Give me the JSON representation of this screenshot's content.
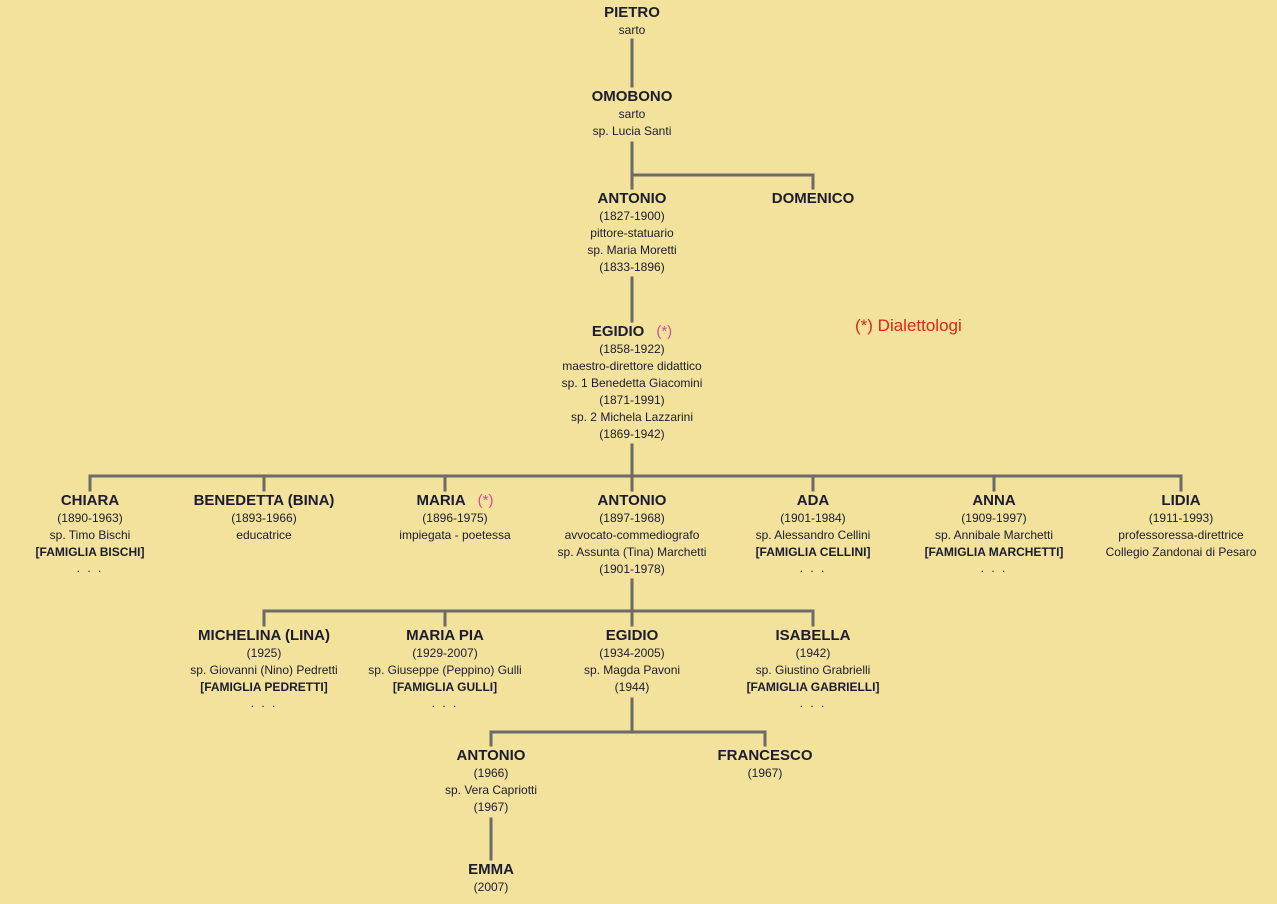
{
  "legend": "(*) Dialettologi",
  "colors": {
    "background": "#f2e29b",
    "line": "#6b6b68",
    "mark": "#d0509a",
    "legend": "#e0231c"
  },
  "nodes": {
    "pietro": {
      "name": "PIETRO",
      "info": [
        "sarto"
      ]
    },
    "omobono": {
      "name": "OMOBONO",
      "info": [
        "sarto",
        "sp. Lucia Santi"
      ]
    },
    "antonio1": {
      "name": "ANTONIO",
      "info": [
        "(1827-1900)",
        "pittore-statuario",
        "sp. Maria Moretti",
        "(1833-1896)"
      ]
    },
    "domenico": {
      "name": "DOMENICO",
      "info": []
    },
    "egidio1": {
      "name": "EGIDIO",
      "mark": "(*)",
      "info": [
        "(1858-1922)",
        "maestro-direttore didattico",
        "sp. 1 Benedetta Giacomini",
        "(1871-1991)",
        "sp. 2 Michela Lazzarini",
        "(1869-1942)"
      ]
    },
    "chiara": {
      "name": "CHIARA",
      "info": [
        "(1890-1963)",
        "sp. Timo Bischi"
      ],
      "family": "[FAMIGLIA BISCHI]",
      "dots": ". . ."
    },
    "benedetta": {
      "name": "BENEDETTA (BINA)",
      "info": [
        "(1893-1966)",
        "educatrice"
      ]
    },
    "maria": {
      "name": "MARIA",
      "mark": "(*)",
      "info": [
        "(1896-1975)",
        "impiegata - poetessa"
      ]
    },
    "antonio2": {
      "name": "ANTONIO",
      "info": [
        "(1897-1968)",
        "avvocato-commediografo",
        "sp. Assunta (Tina) Marchetti",
        "(1901-1978)"
      ]
    },
    "ada": {
      "name": "ADA",
      "info": [
        "(1901-1984)",
        "sp. Alessandro Cellini"
      ],
      "family": "[FAMIGLIA CELLINI]",
      "dots": ". . ."
    },
    "anna": {
      "name": "ANNA",
      "info": [
        "(1909-1997)",
        "sp. Annibale Marchetti"
      ],
      "family": "[FAMIGLIA MARCHETTI]",
      "dots": ". . ."
    },
    "lidia": {
      "name": "LIDIA",
      "info": [
        "(1911-1993)",
        "professoressa-direttrice",
        "Collegio Zandonai di Pesaro"
      ]
    },
    "michelina": {
      "name": "MICHELINA (LINA)",
      "info": [
        "(1925)",
        "sp. Giovanni (Nino) Pedretti"
      ],
      "family": "[FAMIGLIA PEDRETTI]",
      "dots": ". . ."
    },
    "mariapia": {
      "name": "MARIA PIA",
      "info": [
        "(1929-2007)",
        "sp. Giuseppe (Peppino) Gulli"
      ],
      "family": "[FAMIGLIA GULLI]",
      "dots": ". . ."
    },
    "egidio2": {
      "name": "EGIDIO",
      "info": [
        "(1934-2005)",
        "sp. Magda Pavoni",
        "(1944)"
      ]
    },
    "isabella": {
      "name": "ISABELLA",
      "info": [
        "(1942)",
        "sp. Giustino Grabrielli"
      ],
      "family": "[FAMIGLIA GABRIELLI]",
      "dots": ". . ."
    },
    "antonio3": {
      "name": "ANTONIO",
      "info": [
        "(1966)",
        "sp. Vera Capriotti",
        "(1967)"
      ]
    },
    "francesco": {
      "name": "FRANCESCO",
      "info": [
        "(1967)"
      ]
    },
    "emma": {
      "name": "EMMA",
      "info": [
        "(2007)"
      ]
    }
  }
}
